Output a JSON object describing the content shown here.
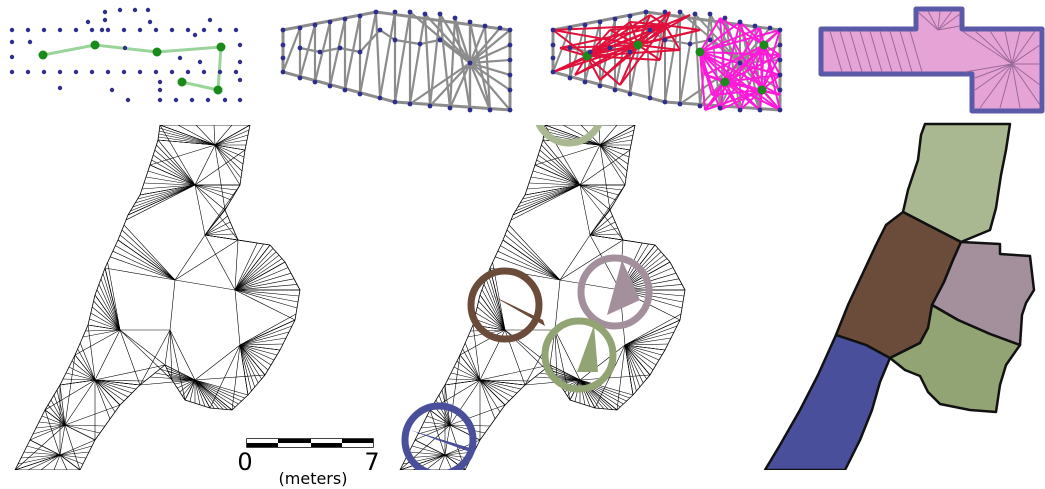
{
  "scale_bar": {
    "min_label": "0",
    "max_label": "7",
    "unit_label": "(meters)"
  },
  "colors": {
    "dot_blue": "#2e2e8c",
    "graph_green_node": "#1a8a1a",
    "graph_green_edge": "#9ad49a",
    "mesh_gray": "#8c8c8c",
    "red_edges": "#e0103a",
    "magenta_edges": "#ff1ad9",
    "region_pink": "#e6a3d6",
    "region_outline": "#5a5aa8",
    "region_olive_light": "#a9b890",
    "region_brown": "#6b4c3b",
    "region_mauve": "#a3909c",
    "region_olive": "#93a474",
    "region_blue": "#4a4f9c"
  }
}
